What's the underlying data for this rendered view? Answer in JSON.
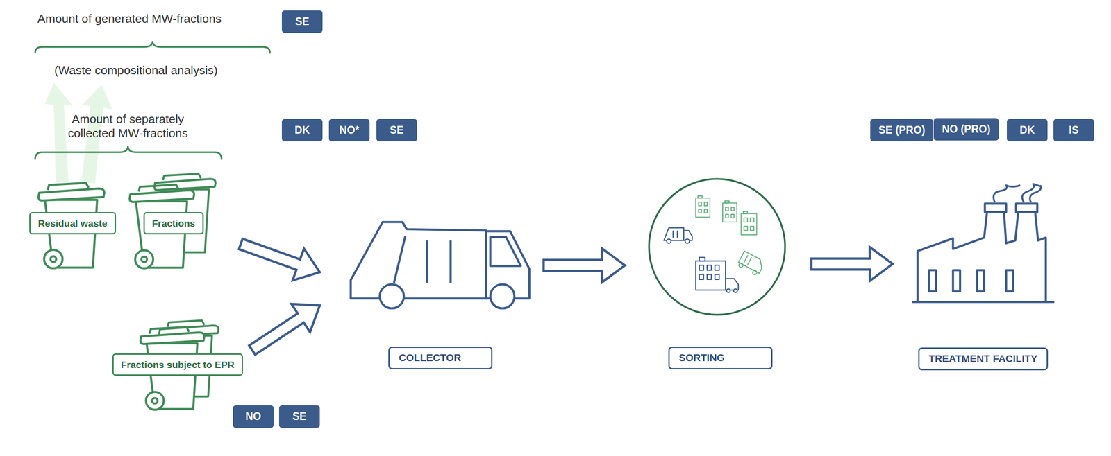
{
  "diagram": {
    "nodes": [
      {
        "text": [
          "SE"
        ]
      },
      {
        "text": [
          "DK"
        ]
      },
      {
        "text": [
          "NO*"
        ]
      },
      {
        "text": [
          "SE"
        ]
      },
      {
        "text": [
          "SE (PRO)"
        ]
      },
      {
        "text": [
          "NO (PRO)"
        ]
      },
      {
        "text": [
          "DK"
        ]
      },
      {
        "text": [
          "IS"
        ]
      },
      {
        "text": [
          "Residual waste"
        ]
      },
      {
        "text": [
          "Fractions"
        ]
      },
      {
        "text": [
          "COLLECTOR"
        ]
      },
      {
        "text": [
          "SORTING"
        ]
      },
      {
        "text": [
          "TREATMENT FACILITY"
        ]
      },
      {
        "text": [
          "Fractions subject to EPR"
        ]
      },
      {
        "text": [
          "NO"
        ]
      },
      {
        "text": [
          "SE"
        ]
      }
    ],
    "edges": [
      {
        "from": 9,
        "to": 10,
        "arrow": "to"
      },
      {
        "from": 13,
        "to": 10,
        "arrow": "to"
      },
      {
        "from": 10,
        "to": 11,
        "arrow": "to"
      },
      {
        "from": 11,
        "to": 12,
        "arrow": "to"
      }
    ],
    "labels": [
      "Amount of generated MW-fractions",
      "(Waste compositional analysis)",
      "Amount of separately collected MW-fractions"
    ]
  }
}
